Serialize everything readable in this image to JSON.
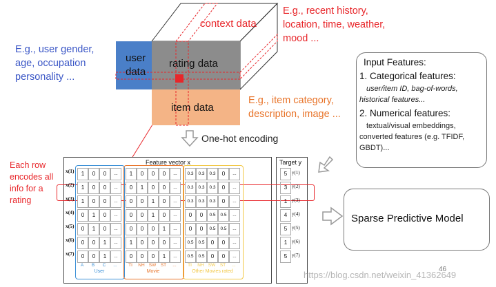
{
  "cube": {
    "context_label": "context data",
    "user_label_1": "user",
    "user_label_2": "data",
    "rating_label": "rating data",
    "item_label": "item data"
  },
  "annotations": {
    "context_eg": [
      "E.g., recent history,",
      "location, time, weather,",
      "mood ..."
    ],
    "user_eg": [
      "E.g., user gender,",
      "age, occupation",
      "personality ..."
    ],
    "item_eg": [
      "E.g., item category,",
      "description, image ..."
    ],
    "onehot": "One-hot encoding",
    "each_row": [
      "Each row",
      "encodes all",
      "info for a",
      "rating"
    ]
  },
  "input_features": {
    "title": "Input Features:",
    "cat_heading": "1. Categorical features:",
    "cat_body": [
      "user/item ID, bag-of-words,",
      "historical features..."
    ],
    "num_heading": "2. Numerical features:",
    "num_body": [
      "textual/visual embeddings,",
      "converted features (e.g. TFIDF,",
      "GBDT)..."
    ]
  },
  "model": {
    "label": "Sparse Predictive Model"
  },
  "table": {
    "title": "Feature vector x",
    "target_title": "Target y",
    "row_labels": [
      "x(1)",
      "x(2)",
      "x(3)",
      "x(4)",
      "x(5)",
      "x(6)",
      "x(7)"
    ],
    "user_cells": [
      [
        "1",
        "0",
        "0",
        "..."
      ],
      [
        "1",
        "0",
        "0",
        "..."
      ],
      [
        "1",
        "0",
        "0",
        "..."
      ],
      [
        "0",
        "1",
        "0",
        "..."
      ],
      [
        "0",
        "1",
        "0",
        "..."
      ],
      [
        "0",
        "0",
        "1",
        "..."
      ],
      [
        "0",
        "0",
        "1",
        "..."
      ]
    ],
    "movie_cells": [
      [
        "1",
        "0",
        "0",
        "0",
        "..."
      ],
      [
        "0",
        "1",
        "0",
        "0",
        "..."
      ],
      [
        "0",
        "0",
        "1",
        "0",
        "..."
      ],
      [
        "0",
        "0",
        "1",
        "0",
        "..."
      ],
      [
        "0",
        "0",
        "0",
        "1",
        "..."
      ],
      [
        "1",
        "0",
        "0",
        "0",
        "..."
      ],
      [
        "0",
        "0",
        "0",
        "1",
        "..."
      ]
    ],
    "other_cells": [
      [
        "0.3",
        "0.3",
        "0.3",
        "0",
        "..."
      ],
      [
        "0.3",
        "0.3",
        "0.3",
        "0",
        "..."
      ],
      [
        "0.3",
        "0.3",
        "0.3",
        "0",
        "..."
      ],
      [
        "0",
        "0",
        "0.5",
        "0.5",
        "..."
      ],
      [
        "0",
        "0",
        "0.5",
        "0.5",
        "..."
      ],
      [
        "0.5",
        "0.5",
        "0",
        "0",
        "..."
      ],
      [
        "0.5",
        "0.5",
        "0",
        "0",
        "..."
      ]
    ],
    "targets": [
      "5",
      "3",
      "1",
      "4",
      "5",
      "1",
      "5"
    ],
    "target_labels": [
      "y(1)",
      "y(2)",
      "y(3)",
      "y(4)",
      "y(5)",
      "y(6)",
      "y(7)"
    ],
    "user_cols": [
      "A",
      "B",
      "C",
      "..."
    ],
    "movie_cols": [
      "TI",
      "NH",
      "SW",
      "ST",
      "..."
    ],
    "other_cols": [
      "TI",
      "NH",
      "SW",
      "ST",
      "..."
    ],
    "user_group": "User",
    "movie_group": "Movie",
    "other_group": "Other Movies rated"
  },
  "footer": {
    "page_num": "46",
    "watermark": "https://blog.csdn.net/weixin_41362649"
  },
  "colors": {
    "red": "#e8262a",
    "blue": "#3a56c6",
    "orange": "#e8742a",
    "user_block": "#4a7fc8",
    "rating_block": "#8c8c8c",
    "item_block": "#f4b486",
    "yellow_group": "#f2c744"
  }
}
